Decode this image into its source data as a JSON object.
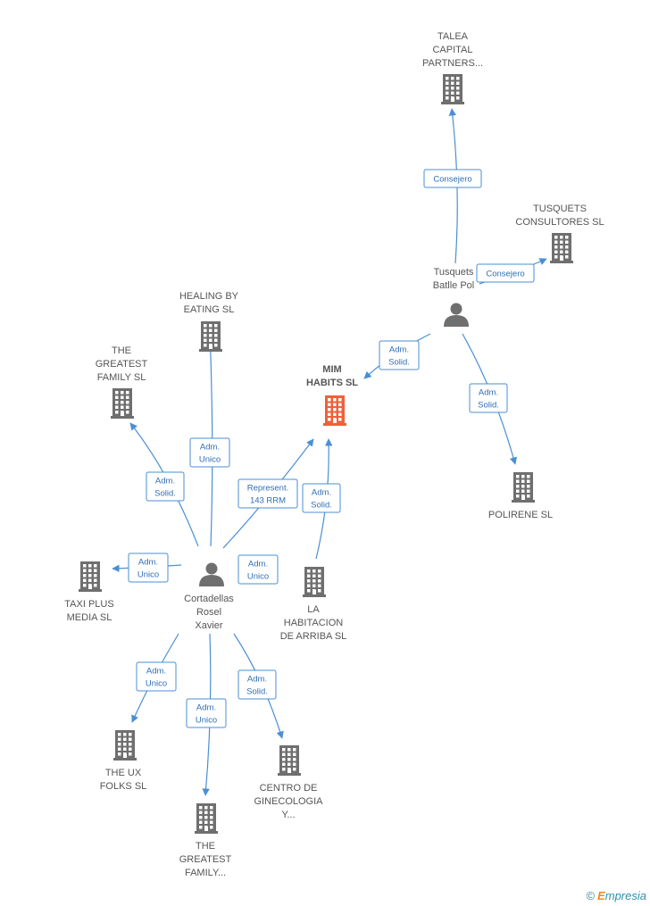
{
  "colors": {
    "edge": "#4a8fd4",
    "building": "#6f6f6f",
    "focus": "#f0603a",
    "person": "#6f6f6f"
  },
  "nodes": [
    {
      "id": "talea",
      "type": "company",
      "icon": "building-icon",
      "label": [
        "TALEA",
        "CAPITAL",
        "PARTNERS..."
      ]
    },
    {
      "id": "tusquets_cons",
      "type": "company",
      "icon": "building-icon",
      "label": [
        "TUSQUETS",
        "CONSULTORES SL"
      ]
    },
    {
      "id": "tusquets_p",
      "type": "person",
      "icon": "person-icon",
      "label": [
        "Tusquets",
        "Batlle Pol"
      ]
    },
    {
      "id": "healing",
      "type": "company",
      "icon": "building-icon",
      "label": [
        "HEALING BY",
        "EATING  SL"
      ]
    },
    {
      "id": "greatest1",
      "type": "company",
      "icon": "building-icon",
      "label": [
        "THE",
        "GREATEST",
        "FAMILY  SL"
      ]
    },
    {
      "id": "mim",
      "type": "focus",
      "icon": "building-icon",
      "label": [
        "MIM",
        "HABITS  SL"
      ]
    },
    {
      "id": "polirene",
      "type": "company",
      "icon": "building-icon",
      "label": [
        "POLIRENE  SL"
      ]
    },
    {
      "id": "taxi",
      "type": "company",
      "icon": "building-icon",
      "label": [
        "TAXI PLUS",
        "MEDIA  SL"
      ]
    },
    {
      "id": "cortadellas",
      "type": "person",
      "icon": "person-icon",
      "label": [
        "Cortadellas",
        "Rosel",
        "Xavier"
      ]
    },
    {
      "id": "habitacion",
      "type": "company",
      "icon": "building-icon",
      "label": [
        "LA",
        "HABITACION",
        "DE ARRIBA  SL"
      ]
    },
    {
      "id": "uxfolks",
      "type": "company",
      "icon": "building-icon",
      "label": [
        "THE UX",
        "FOLKS  SL"
      ]
    },
    {
      "id": "centro",
      "type": "company",
      "icon": "building-icon",
      "label": [
        "CENTRO DE",
        "GINECOLOGIA",
        "Y..."
      ]
    },
    {
      "id": "greatest2",
      "type": "company",
      "icon": "building-icon",
      "label": [
        "THE",
        "GREATEST",
        "FAMILY..."
      ]
    }
  ],
  "edges": [
    {
      "id": "e1",
      "label": [
        "Consejero"
      ]
    },
    {
      "id": "e2",
      "label": [
        "Consejero"
      ]
    },
    {
      "id": "e3",
      "label": [
        "Adm.",
        "Solid."
      ]
    },
    {
      "id": "e4",
      "label": [
        "Adm.",
        "Solid."
      ]
    },
    {
      "id": "e5",
      "label": [
        "Adm.",
        "Unico"
      ]
    },
    {
      "id": "e6",
      "label": [
        "Adm.",
        "Solid."
      ]
    },
    {
      "id": "e7",
      "label": [
        "Represent.",
        "143 RRM"
      ]
    },
    {
      "id": "e8",
      "label": [
        "Adm.",
        "Solid."
      ]
    },
    {
      "id": "e9",
      "label": [
        "Adm.",
        "Unico"
      ]
    },
    {
      "id": "e10",
      "label": [
        "Adm.",
        "Unico"
      ]
    },
    {
      "id": "e11",
      "label": [
        "Adm.",
        "Unico"
      ]
    },
    {
      "id": "e12",
      "label": [
        "Adm.",
        "Unico"
      ]
    },
    {
      "id": "e13",
      "label": [
        "Adm.",
        "Solid."
      ]
    }
  ],
  "footer": {
    "copyright": "©",
    "brand_e": "E",
    "brand_rest": "mpresia"
  }
}
